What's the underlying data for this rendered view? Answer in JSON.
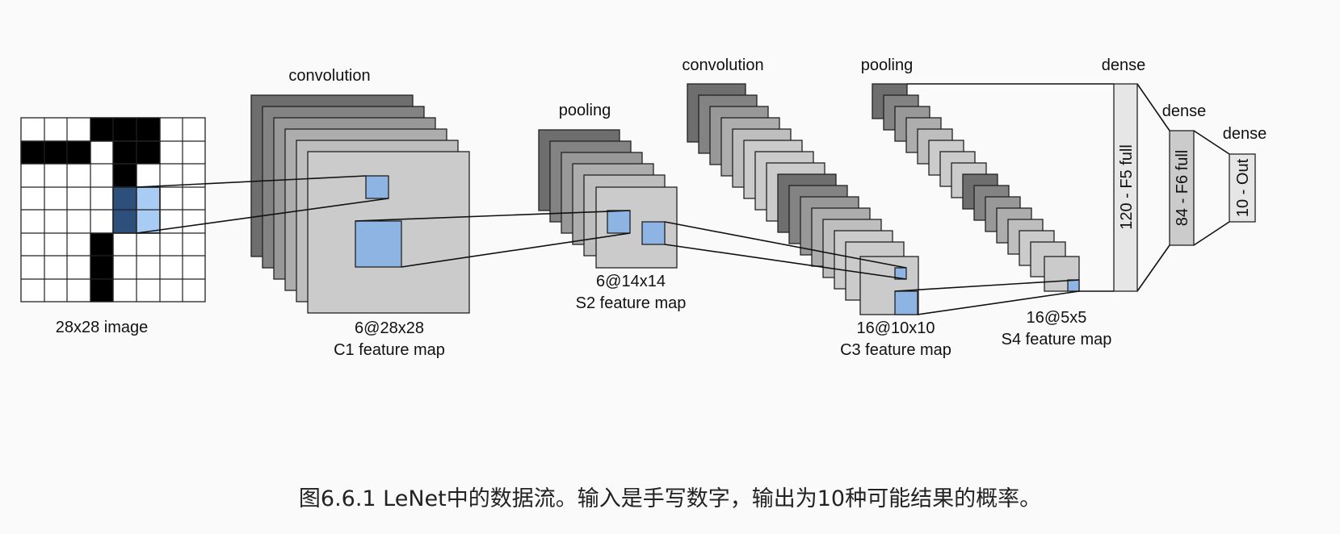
{
  "figure": {
    "labels": {
      "input_image": "28x28 image",
      "conv1_title": "convolution",
      "c1_dims": "6@28x28",
      "c1_name": "C1 feature map",
      "pool1_title": "pooling",
      "s2_dims": "6@14x14",
      "s2_name": "S2 feature map",
      "conv2_title": "convolution",
      "c3_dims": "16@10x10",
      "c3_name": "C3 feature map",
      "pool2_title": "pooling",
      "s4_dims": "16@5x5",
      "s4_name": "S4 feature map",
      "dense1_title": "dense",
      "f5_label": "120 - F5 full",
      "dense2_title": "dense",
      "f6_label": "84 - F6 full",
      "dense3_title": "dense",
      "out_label": "10 - Out"
    },
    "colors": {
      "highlight_dark": "#2c4f7c",
      "highlight_light": "#a9ccf5",
      "feature_blue": "#8eb4e3",
      "map_face": "#cbcbcb",
      "stroke": "#222222"
    }
  },
  "caption": "图6.6.1  LeNet中的数据流。输入是手写数字，输出为10种可能结果的概率。"
}
